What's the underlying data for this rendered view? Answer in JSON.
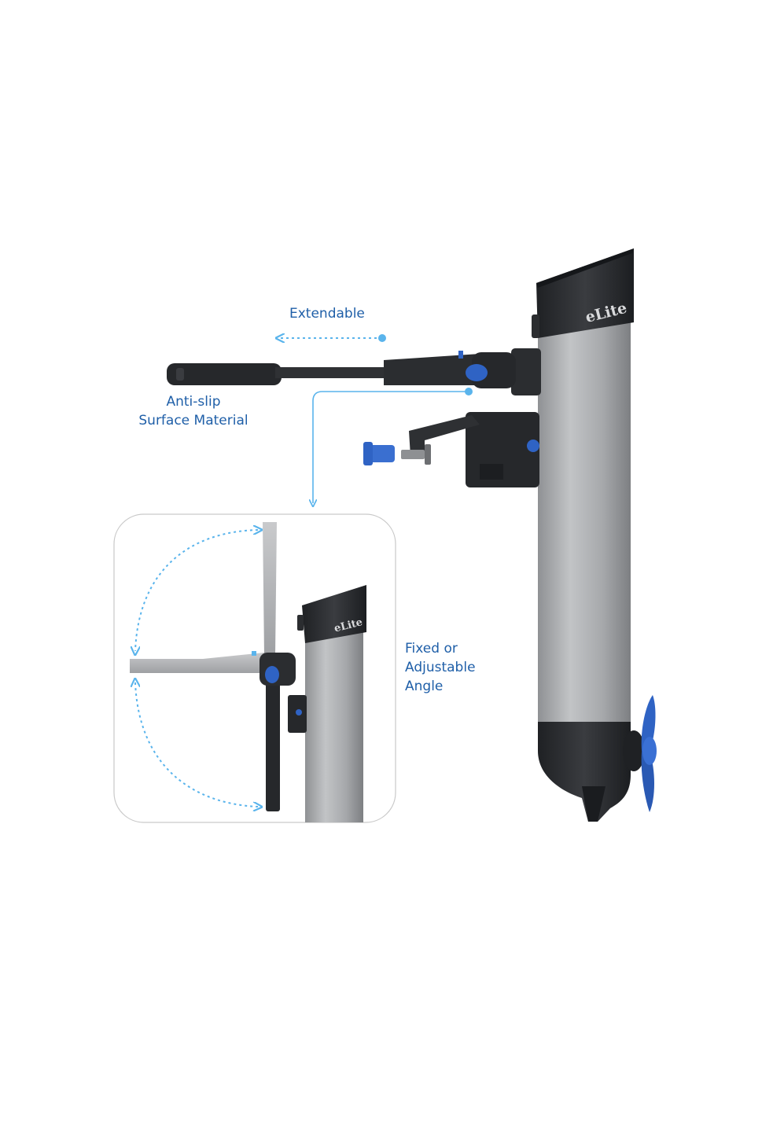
{
  "labels": {
    "extendable": "Extendable",
    "anti_slip": [
      "Anti-slip",
      "Surface Material"
    ],
    "angle": [
      "Fixed or",
      "Adjustable",
      "Angle"
    ]
  },
  "brand": {
    "logo_text": "eLite"
  },
  "colors": {
    "label_text": "#1f5fa8",
    "dotted_arrow": "#5ab4ec",
    "accent_blue": "#2f63c4",
    "motor_silver": "#a9abae",
    "motor_black": "#2b2d30",
    "inset_border": "#c9c9c9"
  },
  "icons": {
    "extend_arrow": "dotted-arrow-left-icon",
    "callout_arrow": "arrow-down-icon",
    "rotation_arrows": "curved-dotted-arrow-icon",
    "propeller": "propeller-icon"
  }
}
